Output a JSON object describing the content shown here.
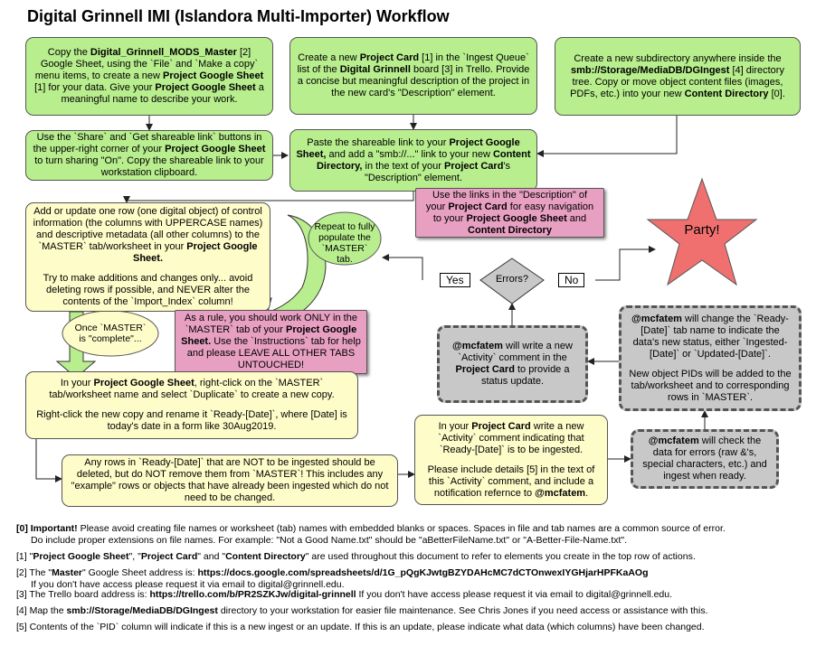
{
  "title": "Digital Grinnell IMI (Islandora Multi-Importer) Workflow",
  "boxes": {
    "copy_master": [
      "Copy the ",
      {
        "b": "Digital_Grinnell_MODS_Master"
      },
      " [2] Google Sheet, using the `File` and `Make a copy` menu items, to create a new ",
      {
        "b": "Project Google Sheet"
      },
      " [1] for your data.  Give your ",
      {
        "b": "Project Google Sheet"
      },
      " a meaningful name to describe your work."
    ],
    "project_card": [
      "Create a new ",
      {
        "b": "Project Card"
      },
      " [1] in the `Ingest Queue` list of the ",
      {
        "b": "Digital Grinnell"
      },
      " board [3] in Trello.  Provide a concise but meaningful description of the project in the new card's \"Description\" element."
    ],
    "subdirectory": [
      "Create a new subdirectory anywhere inside the ",
      {
        "b": "smb://Storage/MediaDB/DGIngest"
      },
      " [4] directory tree. Copy or move object content files (images, PDFs, etc.) into your new ",
      {
        "b": "Content Directory"
      },
      " [0]."
    ],
    "share_link": [
      "Use the `Share` and `Get shareable link` buttons in the upper-right corner of your ",
      {
        "b": "Project Google Sheet"
      },
      " to turn sharing \"On\".  Copy the shareable link to your workstation clipboard."
    ],
    "paste_link": [
      "Paste the shareable link to your ",
      {
        "b": "Project Google Sheet,"
      },
      " and add a \"smb://...\" link to your new ",
      {
        "b": "Content Directory,"
      },
      " in the text of your ",
      {
        "b": "Project Card"
      },
      "'s \"Description\" element."
    ],
    "links_note": [
      "Use the links in the \"Description\" of your ",
      {
        "b": "Project Card"
      },
      " for easy navigation to your ",
      {
        "b": "Project Google Sheet"
      },
      " and ",
      {
        "b": "Content Directory"
      }
    ],
    "add_rows": [
      "Add or update one row (one digital object) of control information (the columns with UPPERCASE names) and descriptive metadata (all other columns) to the `MASTER` tab/worksheet in your ",
      {
        "b": "Project Google Sheet."
      },
      {
        "gap": true
      },
      "Try to make additions and changes only... avoid deleting rows if possible, and NEVER alter the contents of the `Import_Index` column!"
    ],
    "repeat": [
      "Repeat to fully populate the `MASTER` tab."
    ],
    "party": "Party!",
    "once_master": [
      "Once `MASTER` is \"complete\"..."
    ],
    "rule_note": [
      "As a rule, you should work ONLY in the `MASTER` tab of your ",
      {
        "b": "Project Google Sheet."
      },
      "  Use the `Instructions` tab for help and please LEAVE ALL OTHER TABS UNTOUCHED!"
    ],
    "mcfatem_comment": [
      {
        "b": "@mcfatem"
      },
      " will write a new `Activity` comment in the ",
      {
        "b": "Project Card"
      },
      " to provide a status update."
    ],
    "mcfatem_change": [
      {
        "b": "@mcfatem"
      },
      " will change the `Ready-[Date]` tab name to indicate the data's new status, either `Ingested-[Date]` or `Updated-[Date]`.",
      {
        "gap": true
      },
      "New object PIDs will be added to the tab/worksheet and to corresponding rows in `MASTER`."
    ],
    "duplicate": [
      "In your ",
      {
        "b": "Project Google Sheet"
      },
      ", right-click on the `MASTER` tab/worksheet name and select `Duplicate` to create a new copy.",
      {
        "gap": true
      },
      "Right-click the new copy and rename it `Ready-[Date]`, where [Date] is today's date in a form like 30Aug2019."
    ],
    "remove_rows": [
      "Any rows in `Ready-[Date]` that are NOT to be ingested should be deleted, but do NOT remove them from `MASTER`!  This includes any \"example\" rows or objects that have already been ingested which do not need to be changed."
    ],
    "card_comment": [
      "In your ",
      {
        "b": "Project Card"
      },
      " write a new `Activity` comment indicating that `Ready-[Date]` is to be ingested.",
      {
        "gap": true
      },
      "Please include details [5] in the text of this `Activity` comment, and include a notification refernce to ",
      {
        "b": "@mcfatem"
      },
      "."
    ],
    "mcfatem_check": [
      {
        "b": "@mcfatem"
      },
      " will check the data for errors (raw &'s, special characters, etc.) and ingest when ready."
    ]
  },
  "decision": {
    "label": "Errors?",
    "yes": "Yes",
    "no": "No"
  },
  "footnotes": [
    [
      {
        "b": "[0] Important!"
      },
      "  Please avoid creating file names or worksheet (tab) names with embedded blanks or spaces.  Spaces in file and tab names are a common source of error.",
      {
        "indent": "Do include proper extensions on file names.  For example: \"Not a Good Name.txt\" should be \"aBetterFileName.txt\" or \"A-Better-File-Name.txt\"."
      }
    ],
    [
      "[1] \"",
      {
        "b": "Project Google Sheet"
      },
      "\", \"",
      {
        "b": "Project Card"
      },
      "\" and \"",
      {
        "b": "Content Directory"
      },
      "\" are used throughout this document to refer to elements you create in the top row of actions."
    ],
    [
      "[2] The \"",
      {
        "b": "Master"
      },
      "\" Google Sheet address is:  ",
      {
        "b": "https://docs.google.com/spreadsheets/d/1G_pQgKJwtgBZYDAHcMC7dCTOnwexIYGHjarHPFKaAOg"
      },
      {
        "indent": "If you don't have access please request it via email to digital@grinnell.edu."
      }
    ],
    [
      "[3] The Trello board address is: ",
      {
        "b": "https://trello.com/b/PR2SZKJw/digital-grinnell"
      },
      "    If you don't have access please request it via email to digital@grinnell.edu."
    ],
    [
      "[4] Map the ",
      {
        "b": "smb://Storage/MediaDB/DGIngest"
      },
      " directory to your workstation for easier file maintenance.  See Chris Jones if you need access or assistance with this."
    ],
    [
      "[5] Contents of the `PID` column will indicate if this is a new ingest or an update.  If this is an update, please indicate what data (which columns) have been changed."
    ]
  ],
  "colors": {
    "green": "#b8ee8e",
    "yellow": "#fefcc8",
    "grey": "#c8c8c8",
    "pink": "#e8a0c2",
    "star": "#f07070"
  }
}
